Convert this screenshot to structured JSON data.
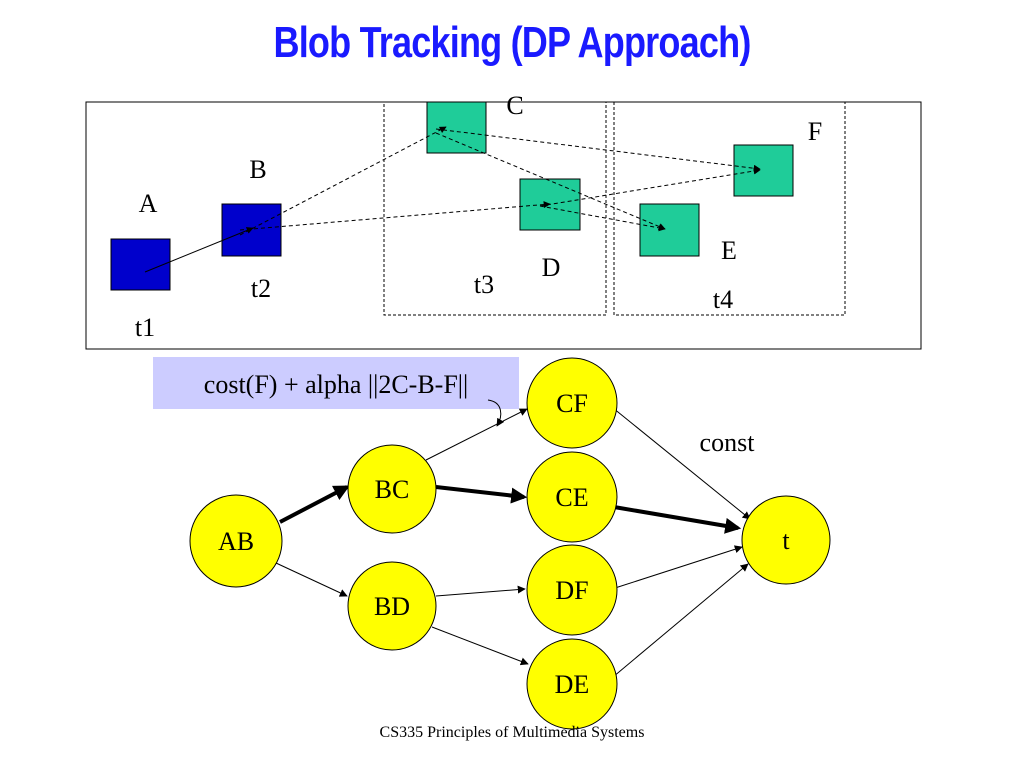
{
  "slide": {
    "title": "Blob Tracking (DP Approach)",
    "footer": "CS335 Principles of Multimedia Systems"
  },
  "top_panel": {
    "blobs": [
      {
        "id": "A",
        "label": "A",
        "color": "#0000cc"
      },
      {
        "id": "B",
        "label": "B",
        "color": "#0000cc"
      },
      {
        "id": "C",
        "label": "C",
        "color": "#1fcc99"
      },
      {
        "id": "D",
        "label": "D",
        "color": "#1fcc99"
      },
      {
        "id": "E",
        "label": "E",
        "color": "#1fcc99"
      },
      {
        "id": "F",
        "label": "F",
        "color": "#1fcc99"
      }
    ],
    "time_labels": [
      "t1",
      "t2",
      "t3",
      "t4"
    ]
  },
  "graph": {
    "cost_box": "cost(F) + alpha ||2C-B-F||",
    "const_label": "const",
    "nodes": [
      {
        "id": "AB",
        "label": "AB"
      },
      {
        "id": "BC",
        "label": "BC"
      },
      {
        "id": "BD",
        "label": "BD"
      },
      {
        "id": "CF",
        "label": "CF"
      },
      {
        "id": "CE",
        "label": "CE"
      },
      {
        "id": "DF",
        "label": "DF"
      },
      {
        "id": "DE",
        "label": "DE"
      },
      {
        "id": "t",
        "label": "t"
      }
    ],
    "edges": [
      {
        "from": "AB",
        "to": "BC",
        "bold": true
      },
      {
        "from": "AB",
        "to": "BD",
        "bold": false
      },
      {
        "from": "BC",
        "to": "CF",
        "bold": false
      },
      {
        "from": "BC",
        "to": "CE",
        "bold": true
      },
      {
        "from": "BD",
        "to": "DF",
        "bold": false
      },
      {
        "from": "BD",
        "to": "DE",
        "bold": false
      },
      {
        "from": "CF",
        "to": "t",
        "bold": false
      },
      {
        "from": "CE",
        "to": "t",
        "bold": true
      },
      {
        "from": "DF",
        "to": "t",
        "bold": false
      },
      {
        "from": "DE",
        "to": "t",
        "bold": false
      }
    ],
    "node_color": "#ffff00",
    "cost_box_color": "#ccccff"
  }
}
